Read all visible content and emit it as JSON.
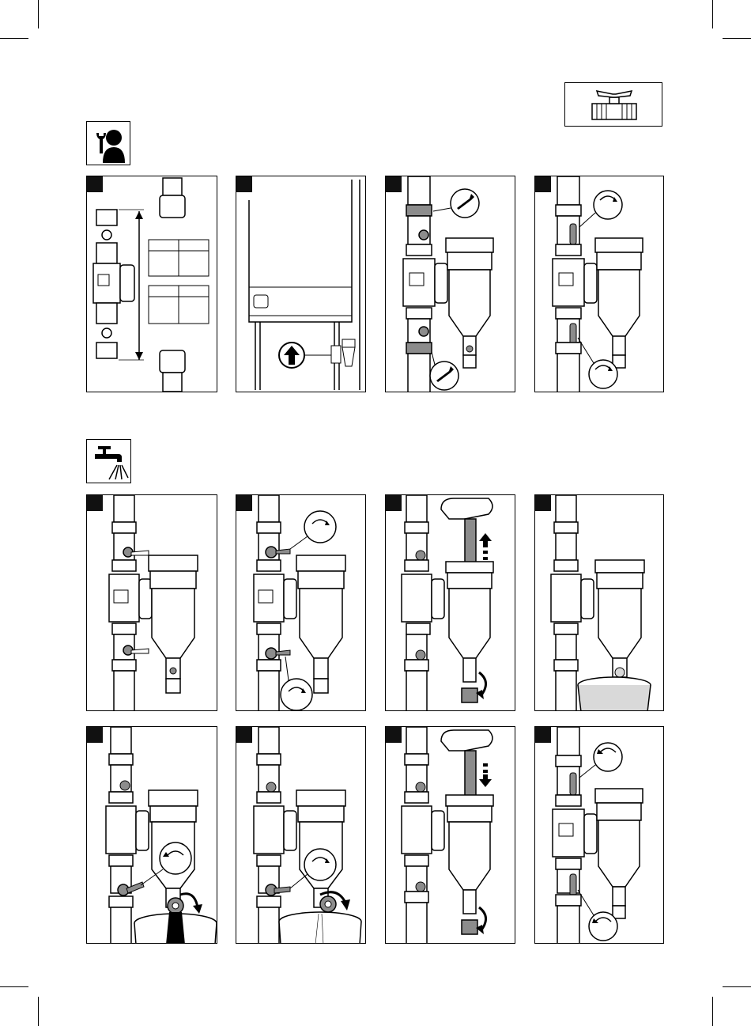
{
  "page": {
    "sections": [
      {
        "id": "installation",
        "icon": "technician-with-wrench-icon",
        "steps": [
          {
            "scene": "dimension-diagram-with-table"
          },
          {
            "scene": "boiler-flow-direction-arrow"
          },
          {
            "scene": "tighten-union-nuts-with-wrench"
          },
          {
            "scene": "open-both-valves"
          }
        ]
      },
      {
        "id": "maintenance",
        "icon": "tap-with-water-flow-icon",
        "steps": [
          {
            "scene": "filter-in-service"
          },
          {
            "scene": "close-both-valves"
          },
          {
            "scene": "remove-magnet-rod"
          },
          {
            "scene": "place-bucket-under-drain"
          },
          {
            "scene": "open-drain-cap-flow-out"
          },
          {
            "scene": "drain-water-into-bucket"
          },
          {
            "scene": "reinsert-magnet-rod"
          },
          {
            "scene": "reopen-both-valves"
          }
        ]
      }
    ],
    "header_icon": "ball-valve-icon",
    "colors": {
      "line": "#000000",
      "gray": "#8c8c8c",
      "light": "#d9d9d9",
      "background": "#ffffff"
    }
  }
}
